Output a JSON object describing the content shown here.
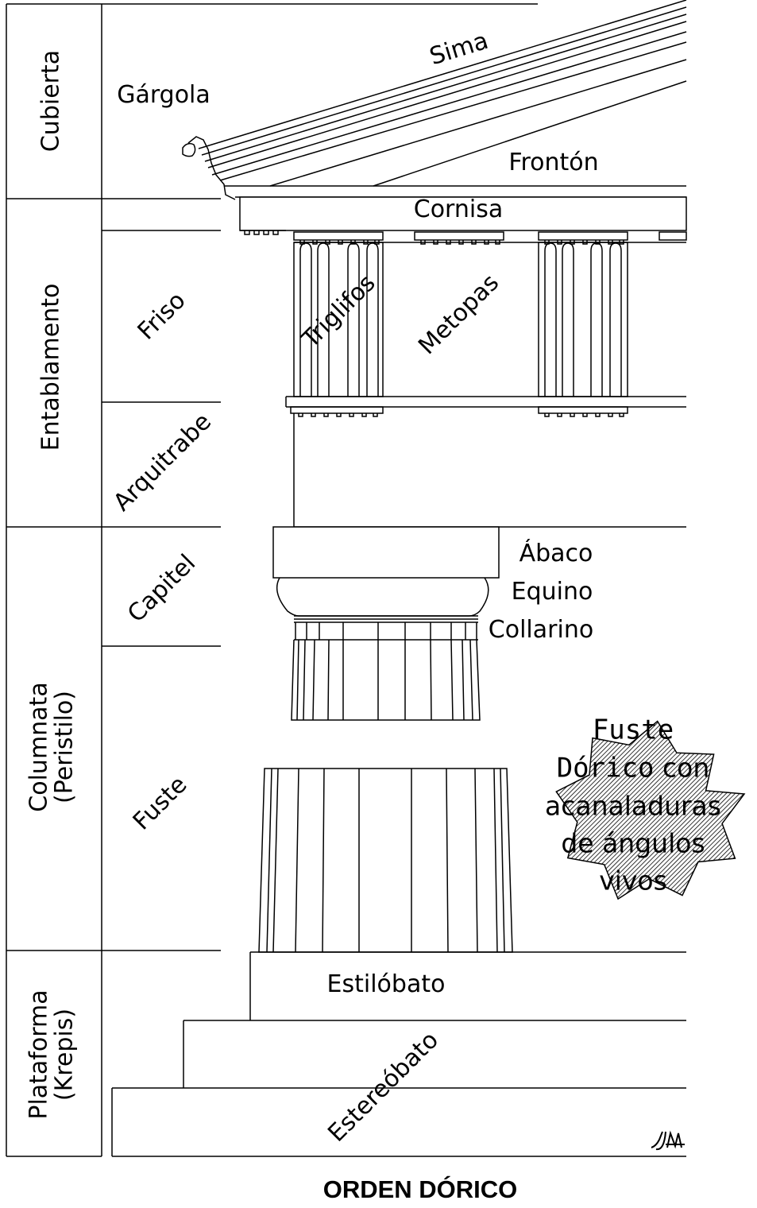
{
  "title": "ORDEN DÓRICO",
  "sections": {
    "cubierta": "Cubierta",
    "entablamento": "Entablamento",
    "columnata_line1": "Columnata",
    "columnata_line2": "(Peristilo)",
    "plataforma_line1": "Plataforma",
    "plataforma_line2": "(Krepis)"
  },
  "parts": {
    "gargola": "Gárgola",
    "sima": "Sima",
    "fronton": "Frontón",
    "cornisa": "Cornisa",
    "friso": "Friso",
    "triglifos": "Triglifos",
    "metopas": "Metopas",
    "arquitrabe": "Arquitrabe",
    "capitel": "Capitel",
    "abaco": "Ábaco",
    "equino": "Equino",
    "collarino": "Collarino",
    "fuste": "Fuste",
    "estilobato": "Estilóbato",
    "estereobato": "Estereóbato"
  },
  "badge": {
    "line1": "Fuste",
    "line2a": "Dórico",
    "line2b": " con",
    "line3": "acanaladuras",
    "line4": "de ángulos",
    "line5": "vivos"
  },
  "signature": "JM"
}
